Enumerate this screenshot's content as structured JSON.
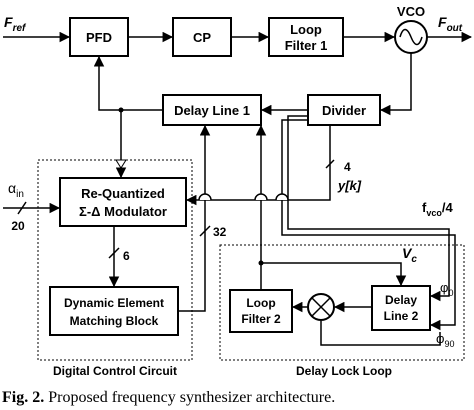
{
  "blocks": {
    "pfd": "PFD",
    "cp": "CP",
    "loop_filter_1": [
      "Loop",
      "Filter 1"
    ],
    "vco": "VCO",
    "delay_line_1": "Delay Line 1",
    "divider": "Divider",
    "modulator": [
      "Re-Quantized",
      "Σ-Δ Modulator"
    ],
    "dem": [
      "Dynamic Element",
      "Matching Block"
    ],
    "loop_filter_2": [
      "Loop",
      "Filter 2"
    ],
    "delay_line_2": [
      "Delay",
      "Line 2"
    ]
  },
  "signals": {
    "f_ref": "F",
    "f_ref_sub": "ref",
    "f_out": "F",
    "f_out_sub": "out",
    "alpha_in": "α",
    "alpha_in_sub": "in",
    "bus_20": "20",
    "bus_4": "4",
    "y_k": "y[k]",
    "bus_6": "6",
    "bus_32": "32",
    "f_vco_4": "f",
    "f_vco_4_sub": "vco",
    "f_vco_4_tail": "/4",
    "v_c": "V",
    "v_c_sub": "c",
    "phi_0": "φ",
    "phi_0_sub": "0",
    "phi_90": "φ",
    "phi_90_sub": "90"
  },
  "regions": {
    "digital_control": "Digital Control Circuit",
    "delay_lock_loop": "Delay Lock Loop"
  },
  "caption": {
    "label": "Fig. 2.",
    "text": "Proposed frequency synthesizer architecture."
  }
}
